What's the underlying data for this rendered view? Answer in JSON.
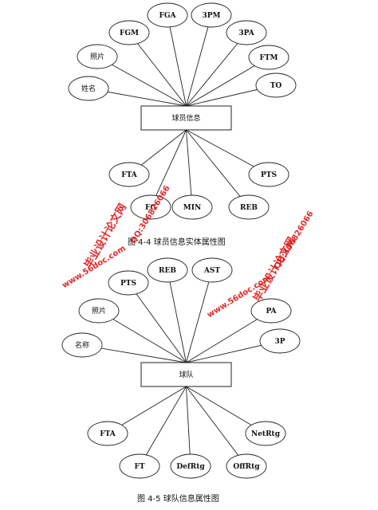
{
  "figure1": {
    "entity": "球员信息",
    "caption": "图 4-4 球员信息实体属性图",
    "attributes": [
      "FGA",
      "3PM",
      "FGM",
      "3PA",
      "照片",
      "FTM",
      "姓名",
      "TO",
      "FTA",
      "PTS",
      "FG",
      "MIN",
      "REB"
    ]
  },
  "figure2": {
    "entity": "球队",
    "caption": "图 4-5 球队信息属性图",
    "attributes": [
      "REB",
      "AST",
      "PTS",
      "照片",
      "PA",
      "名称",
      "3P",
      "FTA",
      "NetRtg",
      "FT",
      "DefRtg",
      "OffRtg"
    ]
  },
  "watermarks": {
    "site": "www.56doc.com",
    "qq": "QQ:306826066",
    "brand": "毕业设计论文网"
  },
  "colors": {
    "watermark": "#e01010",
    "line": "#222222"
  }
}
